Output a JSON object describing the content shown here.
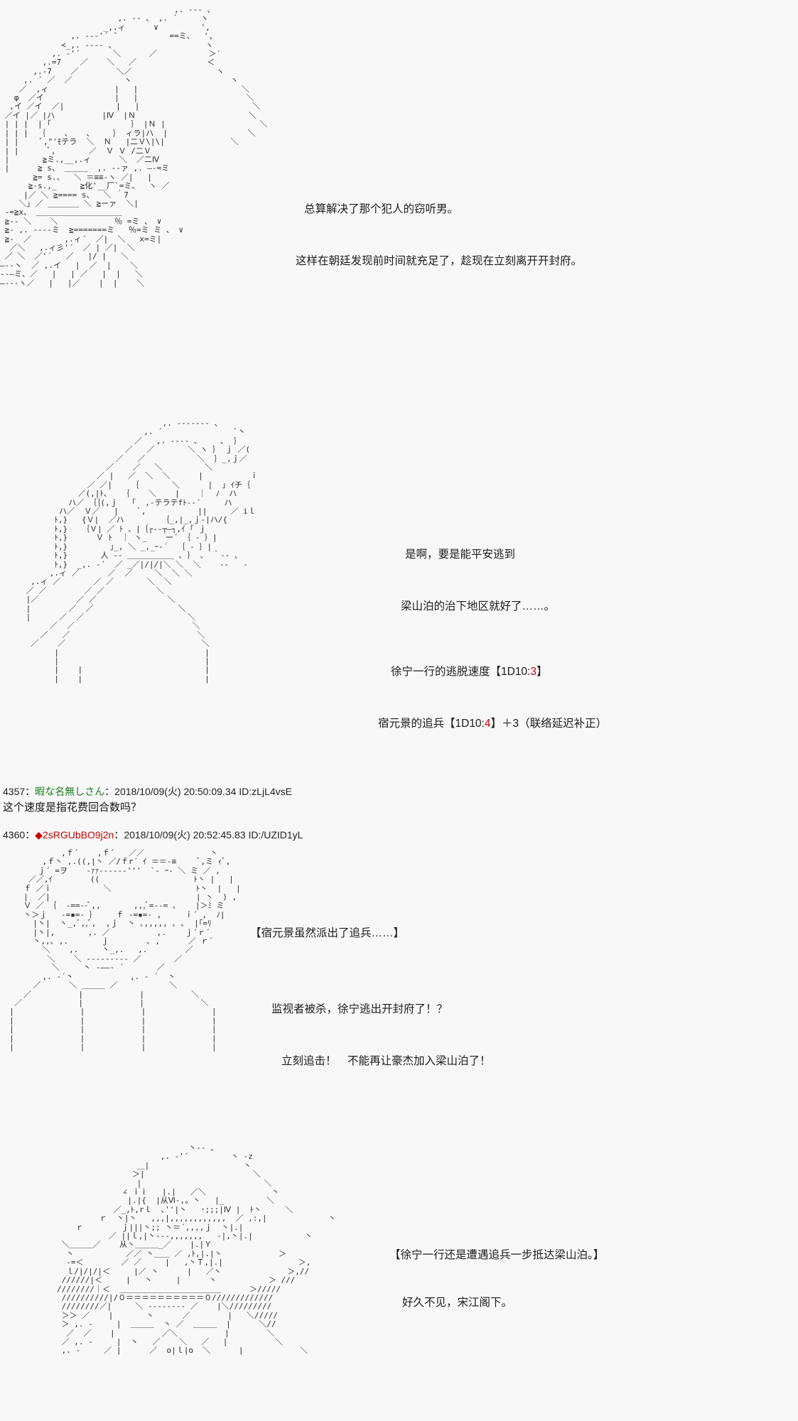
{
  "page": {
    "background": "#f8f8f8",
    "text_color": "#1a1a1a",
    "accent_red": "#cc0000",
    "name_green": "#1b7d1b"
  },
  "scenes": [
    {
      "id": "scene-1",
      "aa_name": "aa-art-woman-long-hair",
      "aa": "                 , イ\n              /  /|\n           _, ´  / |\n        , '´   ,イ  |\n      /    , ' /|  |ヽ\n     /    /  / |  | ',\n    ,'    /  /  |  |  ',\n   ,'    /  /   |  |   ',\n  ,'    /  / 、  |  |    ',\n ,'    / ,イ ヽ |  |     ',\n,'    / / |  ヽ|  |      ',\n'    / / ,|   |  |       ',\n   / / / |   |  |ヽ\n  / / /  |   |  | ヽ\n ´ / /   |   |  |  ヽ\n  / /    |   |  |   ヽ\n ⊂⊃      |   |  |\n",
      "dialogue": [
        {
          "text": "总算解决了那个犯人的窃听男。",
          "indent": 0
        },
        {
          "text": "这样在朝廷发现前时间就充足了，趁现在立刻离开开封府。",
          "indent": -12
        }
      ]
    },
    {
      "id": "scene-2",
      "aa_name": "aa-art-man-armor",
      "dialogue": [
        {
          "text": "是啊，要是能平安逃到",
          "indent": 0
        },
        {
          "text": "梁山泊的治下地区就好了……。",
          "indent": -6
        }
      ],
      "dice": [
        {
          "prefix": "徐宁一行的逃脱速度【1D10:",
          "value": "3",
          "suffix": "】"
        },
        {
          "prefix": "宿元景的追兵【1D10:",
          "value": "4",
          "suffix": "】＋3（联络延迟补正）"
        }
      ]
    },
    {
      "id": "scene-3",
      "aa_name": "aa-art-old-man-face",
      "narration": "【宿元景虽然派出了追兵……】",
      "dialogue": [
        {
          "text": "监视者被杀，徐宁逃出开封府了！？",
          "indent": 0
        },
        {
          "text": "立刻追击！　不能再让豪杰加入梁山泊了！",
          "indent": 14
        }
      ]
    },
    {
      "id": "scene-4",
      "aa_name": "aa-art-young-man-robe",
      "narration": "【徐宁一行还是遭遇追兵一步抵达梁山泊。】",
      "dialogue": [
        {
          "text": "好久不见，宋江阁下。",
          "indent": 18
        }
      ]
    }
  ],
  "posts": [
    {
      "number": "4357",
      "sep1": "：",
      "name": "暇な名無しさん",
      "name_type": "anon",
      "sep2": "：",
      "date": "2018/10/09(火) 20:50:09.34",
      "id": "ID:zLjL4vsE",
      "body": "这个速度是指花费回合数吗？"
    },
    {
      "number": "4360",
      "sep1": "：",
      "name": "◆2sRGUbBO9j2n",
      "name_type": "trip",
      "sep2": "：",
      "date": "2018/10/09(火) 20:52:45.83",
      "id": "ID:/UZID1yL",
      "body": ""
    }
  ],
  "aa_art": {
    "figure1": "                                    ,. -‐- 、\n                        ,. ‐- 、 ,. ´      ヽ\n                     _,.ィ     ∨         ',\n              ,. ‐-‐'´ ̄            ==ミ、  ',\n            <_,. ‐--- 、                  ヽ\n          ,. ‐'´      \\      /           >′\n        ,.=7    /   \\   /               <\n      ,.‐7   /       \\/                   ヽ\n    ,. ´/  /          ヽ                     ヽ\n   /  ,ィ            |  |                      \\\n  φ /イ             |  |                       \\\n ,イ /イ  /|          |  |                        \\\n/イ |/ |ハ         |Ⅳ |Ｎ                        \\\n| | | |                                          ヽ\n| | |      、    ,イ モ テ ラ \\  ／Ｖ |＝Ｖ\\|\\|\n| |       ミ.,__,.ィ         ＼ ／ V V /二V\n|        ≧ッ、___,. ‐‐ァ ,. ―-=ミ  /二Ⅳ\n        ≧、  \\ ==≡≡‐ヽ /|  |\n       ≧化'__厂`=ミ、  ヽ /\n      ≧__,.‐‐-- 、＼ ｀7\n -=≧、____,.ィ  ＼ |\n ≧-- ＼          ＼|\n≧- ,. -‐‐-ミ      ％=ミ ミ 、 ∨\n≧- ,. ‐‐ ´         ＼  x=ミ|\n  /      ,.ィ´   ／|  ＼\n /\\     ,.ィ彡'´／ | ／|  ＼\n―‐‐ヽ  /'´   ／  |/ |   ＼\n‐‐―ミ、  ／ ,.イ |  ／ |    ＼\n―‐‐‐ヽ／   |  | /  |  |   ＼"
  }
}
